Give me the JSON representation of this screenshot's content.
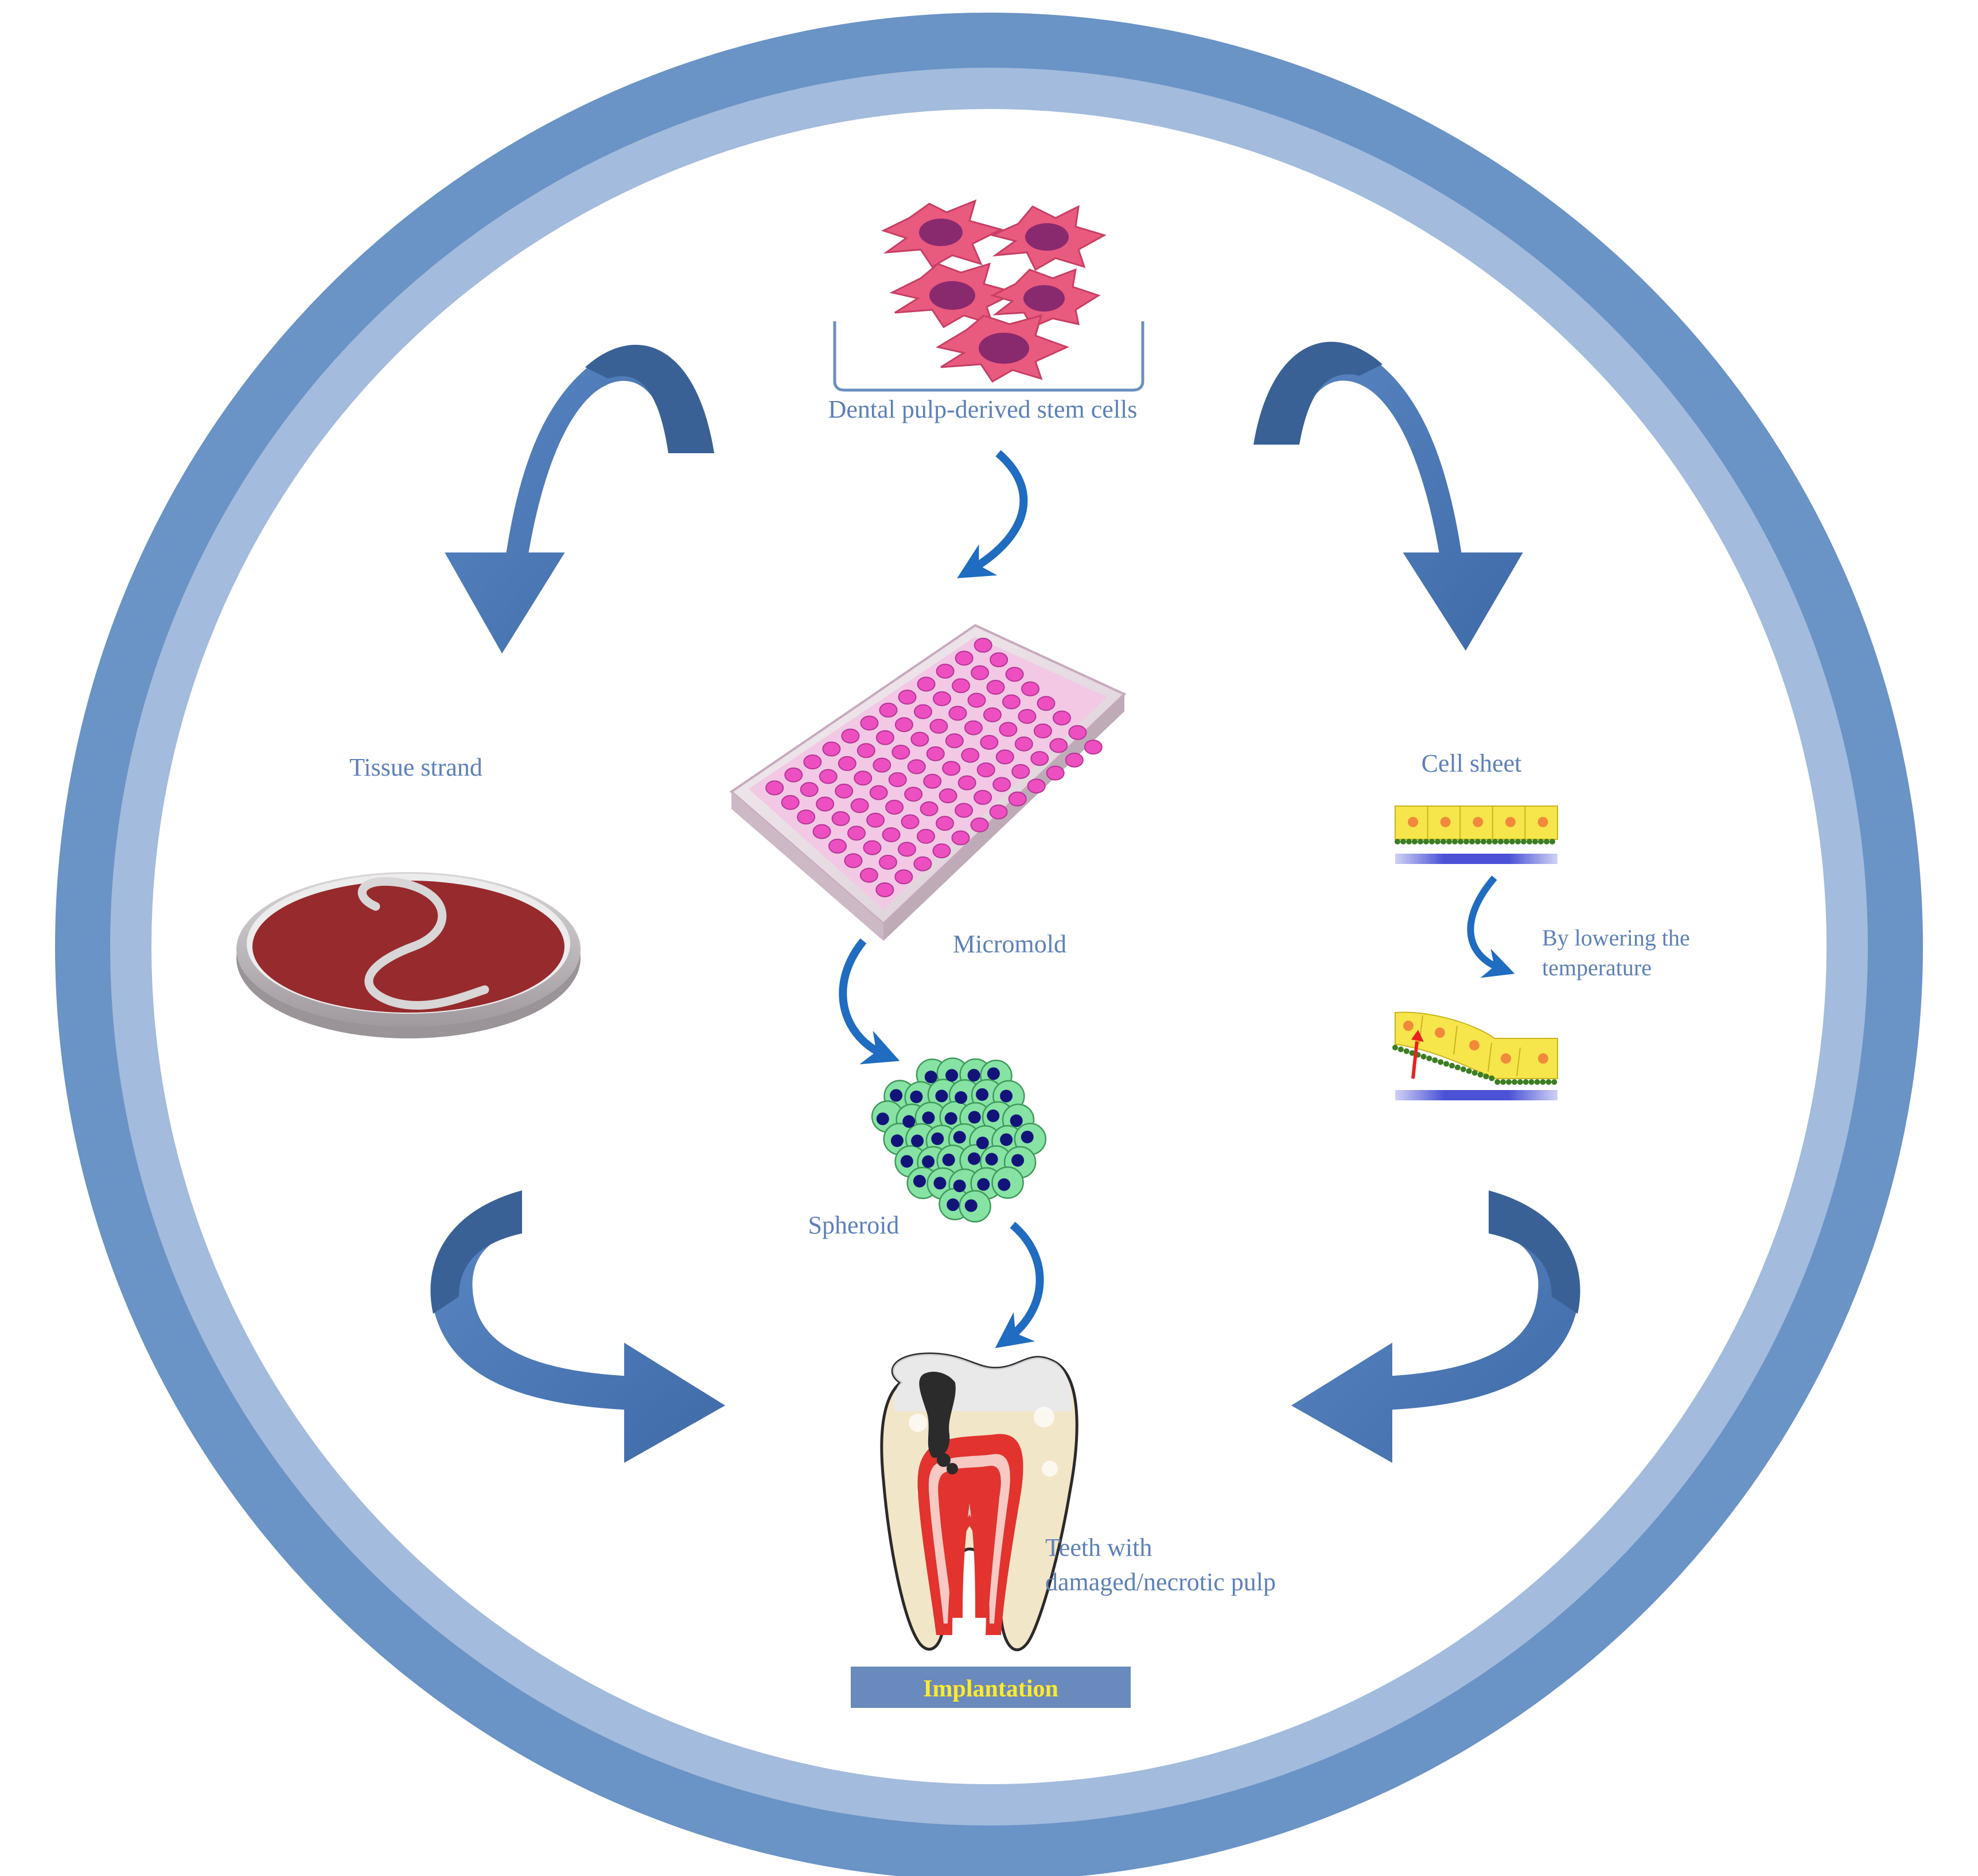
{
  "labels": {
    "source": "Dental pulp-derived  stem cells",
    "tissue_strand": "Tissue strand",
    "micromold": "Micromold",
    "spheroid": "Spheroid",
    "cell_sheet": "Cell sheet",
    "lowering_line1": "By lowering the",
    "lowering_line2": "temperature",
    "teeth_line1": "Teeth with",
    "teeth_line2": "damaged/necrotic pulp",
    "implantation": "Implantation"
  },
  "colors": {
    "ring_outer": "#6a93c6",
    "ring_inner": "#a3bbdc",
    "big_arrow": "#4a77b4",
    "big_arrow_dark": "#3a6196",
    "small_arrow": "#1f6cc0",
    "label_text": "#5d80b8",
    "implantation_bar": "#6a89bc",
    "implantation_text": "#ffea2a",
    "stem_cell": "#e85a7e",
    "stem_nucleus": "#8a2a6e",
    "plate_well": "#ee4fc0",
    "spheroid_cell": "#86e3a3",
    "spheroid_nucleus": "#13147a",
    "dish_medium": "#962a2c",
    "cell_sheet_cell": "#f6e64b",
    "cell_sheet_dot": "#f08a3a",
    "substrate": "#5157d8",
    "tooth_pulp": "#e2332f",
    "tooth_decay": "#2b2b2b"
  }
}
